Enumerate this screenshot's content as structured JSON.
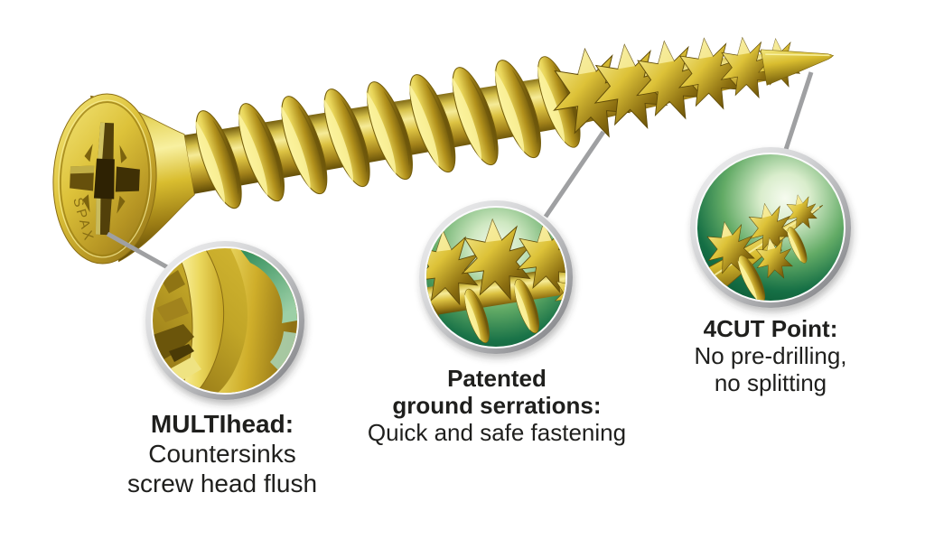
{
  "diagram": {
    "kind": "product-feature-callout-diagram",
    "subject": "countersunk wood screw with three magnified feature callouts",
    "background": "#ffffff"
  },
  "screw": {
    "head_engraving": "SPAX"
  },
  "callouts": [
    {
      "name": "multihead",
      "title_lines": [
        "MULTIhead:"
      ],
      "body_lines": [
        "Countersinks",
        "screw head flush"
      ]
    },
    {
      "name": "patented-ground-serrations",
      "title_lines": [
        "Patented",
        "ground serrations:"
      ],
      "body_lines": [
        "Quick and safe fastening"
      ]
    },
    {
      "name": "4cut-point",
      "title_lines": [
        "4CUT Point:"
      ],
      "body_lines": [
        "No pre-drilling,",
        "no splitting"
      ]
    }
  ],
  "colors": {
    "gold_highlight": "#f8f0a0",
    "gold_mid": "#d9bd2f",
    "gold_deep": "#8a6d13",
    "gold_shadow": "#5f4a07",
    "green_dark": "#0a5230",
    "green_mid": "#1a7348",
    "green_light": "#cfe8c2",
    "rim_silver": "#c9c9cc",
    "leader_line_gray": "#9fa0a2",
    "text": "#1f1f1d"
  }
}
